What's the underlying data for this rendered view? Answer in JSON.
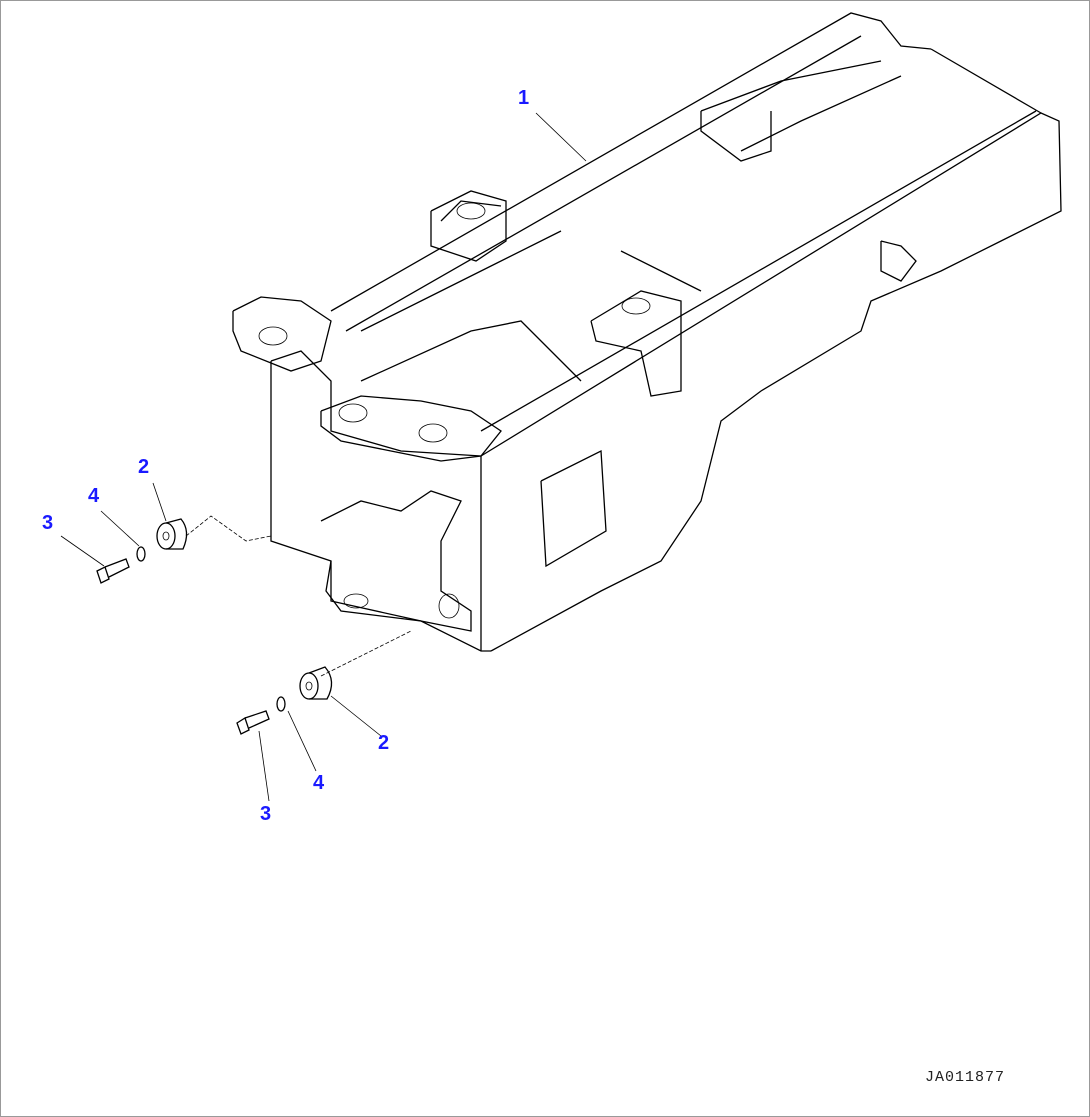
{
  "diagram": {
    "drawing_code": "JA011877",
    "callouts": [
      {
        "id": "callout-1-frame",
        "label": "1"
      },
      {
        "id": "callout-2-upper",
        "label": "2"
      },
      {
        "id": "callout-4-upper",
        "label": "4"
      },
      {
        "id": "callout-3-upper",
        "label": "3"
      },
      {
        "id": "callout-2-lower",
        "label": "2"
      },
      {
        "id": "callout-4-lower",
        "label": "4"
      },
      {
        "id": "callout-3-lower",
        "label": "3"
      }
    ],
    "callout_color": "#1a1aff"
  }
}
